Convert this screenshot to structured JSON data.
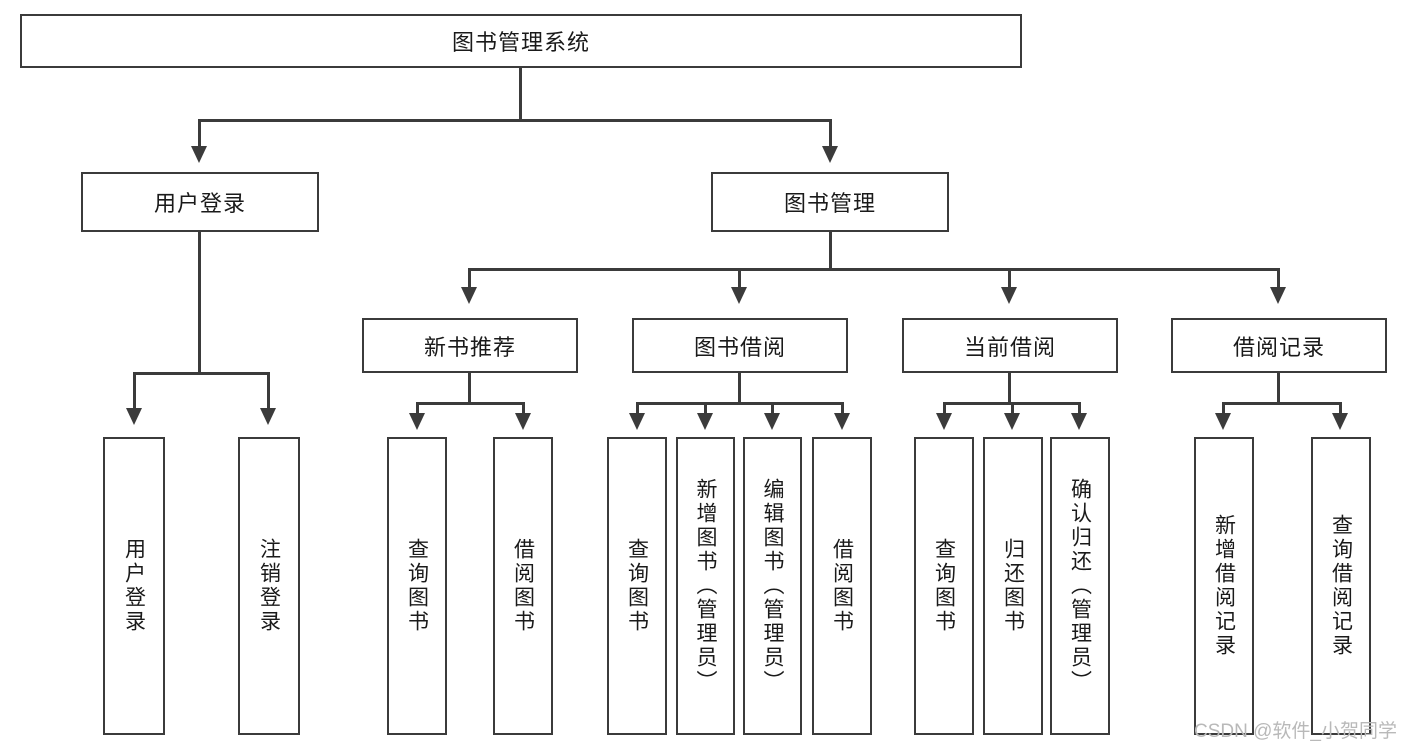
{
  "diagram": {
    "type": "tree-hierarchy",
    "title": "图书管理系统",
    "watermark": "CSDN @软件_小贺同学",
    "colors": {
      "stroke": "#3b3b3b",
      "fill": "#ffffff",
      "text": "#1a1a1a",
      "watermark": "#b9b9b9"
    },
    "levels": [
      {
        "level": 1,
        "nodes": [
          {
            "id": "root",
            "label": "图书管理系统",
            "orientation": "horizontal"
          }
        ]
      },
      {
        "level": 2,
        "nodes": [
          {
            "id": "login",
            "label": "用户登录",
            "orientation": "horizontal",
            "parent": "root"
          },
          {
            "id": "bookmgmt",
            "label": "图书管理",
            "orientation": "horizontal",
            "parent": "root"
          }
        ]
      },
      {
        "level": 3,
        "nodes": [
          {
            "id": "newbook",
            "label": "新书推荐",
            "orientation": "horizontal",
            "parent": "bookmgmt"
          },
          {
            "id": "borrow",
            "label": "图书借阅",
            "orientation": "horizontal",
            "parent": "bookmgmt"
          },
          {
            "id": "current",
            "label": "当前借阅",
            "orientation": "horizontal",
            "parent": "bookmgmt"
          },
          {
            "id": "records",
            "label": "借阅记录",
            "orientation": "horizontal",
            "parent": "bookmgmt"
          }
        ]
      },
      {
        "level": 4,
        "nodes": [
          {
            "id": "leaf-user-login",
            "label": "用户登录",
            "orientation": "vertical",
            "parent": "login"
          },
          {
            "id": "leaf-user-logout",
            "label": "注销登录",
            "orientation": "vertical",
            "parent": "login"
          },
          {
            "id": "leaf-nb-query",
            "label": "查询图书",
            "orientation": "vertical",
            "parent": "newbook"
          },
          {
            "id": "leaf-nb-borrow",
            "label": "借阅图书",
            "orientation": "vertical",
            "parent": "newbook"
          },
          {
            "id": "leaf-bw-query",
            "label": "查询图书",
            "orientation": "vertical",
            "parent": "borrow"
          },
          {
            "id": "leaf-bw-add",
            "label": "新增图书（管理员）",
            "orientation": "vertical",
            "parent": "borrow"
          },
          {
            "id": "leaf-bw-edit",
            "label": "编辑图书（管理员）",
            "orientation": "vertical",
            "parent": "borrow"
          },
          {
            "id": "leaf-bw-borrow",
            "label": "借阅图书",
            "orientation": "vertical",
            "parent": "borrow"
          },
          {
            "id": "leaf-cur-query",
            "label": "查询图书",
            "orientation": "vertical",
            "parent": "current"
          },
          {
            "id": "leaf-cur-return",
            "label": "归还图书",
            "orientation": "vertical",
            "parent": "current"
          },
          {
            "id": "leaf-cur-confirm",
            "label": "确认归还（管理员）",
            "orientation": "vertical",
            "parent": "current"
          },
          {
            "id": "leaf-rec-add",
            "label": "新增借阅记录",
            "orientation": "vertical",
            "parent": "records"
          },
          {
            "id": "leaf-rec-query",
            "label": "查询借阅记录",
            "orientation": "vertical",
            "parent": "records"
          }
        ]
      }
    ]
  }
}
